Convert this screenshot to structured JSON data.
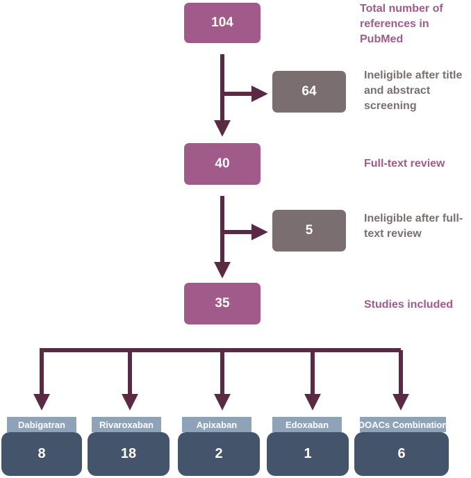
{
  "stage1": {
    "count": "104",
    "label": "Total number of references in PubMed"
  },
  "excluded1": {
    "count": "64",
    "label": "Ineligible after title and abstract screening"
  },
  "stage2": {
    "count": "40",
    "label": "Full-text review"
  },
  "excluded2": {
    "count": "5",
    "label": "Ineligible after full-text review"
  },
  "stage3": {
    "count": "35",
    "label": "Studies included"
  },
  "groups": [
    {
      "name": "Dabigatran",
      "count": "8"
    },
    {
      "name": "Rivaroxaban",
      "count": "18"
    },
    {
      "name": "Apixaban",
      "count": "2"
    },
    {
      "name": "Edoxaban",
      "count": "1"
    },
    {
      "name": "DOACs Combination",
      "count": "6"
    }
  ],
  "colors": {
    "stage": "#a15b8b",
    "excluded": "#7b6e70",
    "arrow": "#5a2a44",
    "group_tab": "#8ea2b8",
    "group_box": "#44546a"
  }
}
